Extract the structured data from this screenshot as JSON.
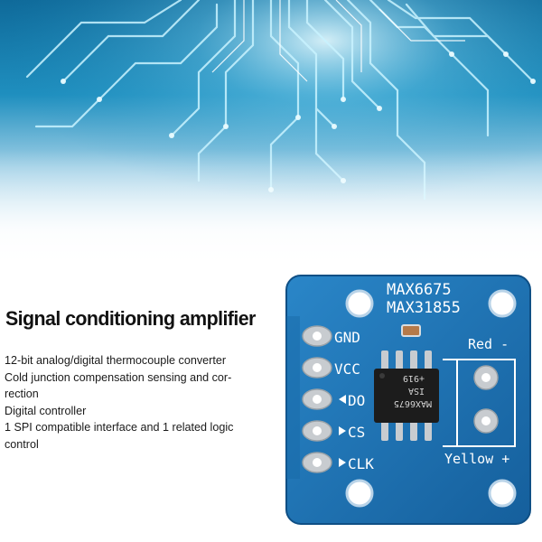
{
  "product": {
    "heading": "Signal conditioning amplifier",
    "features": [
      "12-bit analog/digital thermocouple converter",
      "Cold junction compensation sensing and cor-",
      "rection",
      "Digital controller",
      "1 SPI compatible interface and 1 related logic",
      "control"
    ]
  },
  "board": {
    "model_line_1": "MAX6675",
    "model_line_2": "MAX31855",
    "pins": [
      "GND",
      "VCC",
      "DO",
      "CS",
      "CLK"
    ],
    "terminal_top_label": "Red -",
    "terminal_bottom_label": "Yellow +",
    "chip_marking_1": "MAX6675",
    "chip_marking_2": "ISA",
    "chip_marking_3": "+919",
    "colors": {
      "pcb": "#1a6fb0",
      "pad": "#c8ccd0",
      "chip": "#1c1c1c"
    }
  }
}
